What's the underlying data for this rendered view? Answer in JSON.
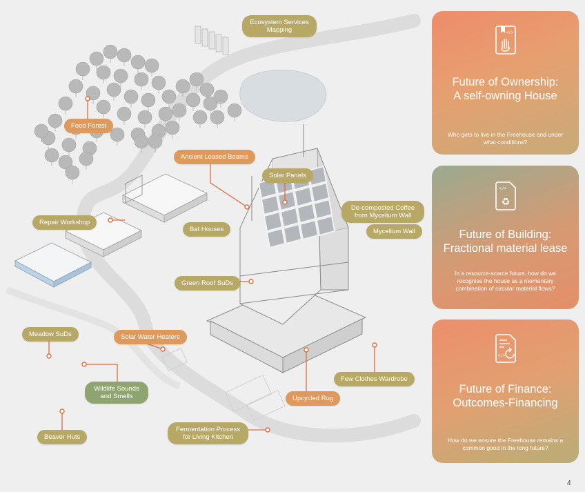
{
  "labels": {
    "ecosystem_services": [
      "Ecosystem Services",
      "Mapping"
    ],
    "food_forest": "Food Forest",
    "ancient_leased_beams": "Ancient Leased Beams",
    "solar_panels": "Solar Panels",
    "decomposted_coffee": [
      "De-composted Coffee",
      "from Mycelium Wall"
    ],
    "mycelium_wall": "Mycelium Wall",
    "repair_workshop": "Repair Workshop",
    "bat_houses": "Bat Houses",
    "green_roof_suds": "Green Roof SuDs",
    "meadow_suds": "Meadow SuDs",
    "solar_water_heaters": "Solar Water Heaters",
    "wildlife_sounds": [
      "Wildlife Sounds",
      "and Smells"
    ],
    "few_clothes_wardrobe": "Few Clothes Wardrobe",
    "upcycled_rug": "Upcycled Rug",
    "fermentation_process": [
      "Fermentation Process",
      "for Living Kitchen"
    ],
    "beaver_huts": "Beaver Huts"
  },
  "cards": {
    "ownership": {
      "title_line1": "Future of Ownership:",
      "title_line2": "A self-owning House",
      "question_line1": "Who gets to live in the Freehouse and under",
      "question_line2": "what conditions?",
      "icon": "hand-document-icon"
    },
    "building": {
      "title_line1": "Future of Building:",
      "title_line2": "Fractional material lease",
      "question_line1": "In a resource-scarce future, how do we",
      "question_line2": "recognise the house as a momentary",
      "question_line3": "combination of circular material flows?",
      "icon": "recycle-document-icon"
    },
    "finance": {
      "title_line1": "Future of Finance:",
      "title_line2": "Outcomes-Financing",
      "question_line1": "How do we ensure the Freehouse remains a",
      "question_line2": "common good in the long future?",
      "icon": "refresh-document-icon"
    }
  },
  "page_number": "4",
  "colors": {
    "leader_line": "#e06a3c",
    "olive_label": "#b7a866",
    "orange_label": "#de9a5c",
    "green_label": "#8fa571"
  }
}
